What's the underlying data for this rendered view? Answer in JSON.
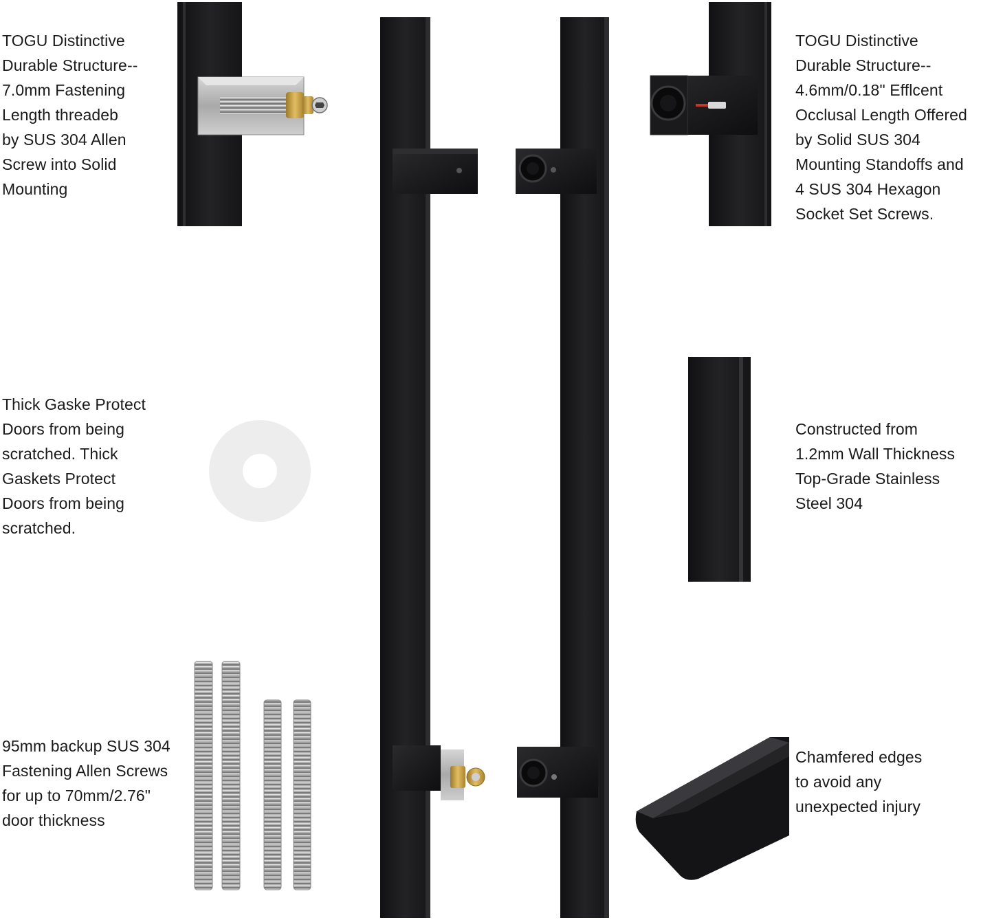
{
  "captions": {
    "left_top": "TOGU Distinctive\nDurable Structure--\n7.0mm Fastening\nLength threadeb\nby SUS 304 Allen\nScrew into Solid\nMounting",
    "left_mid": "Thick Gaske Protect\nDoors from being\nscratched. Thick\nGaskets Protect\nDoors from being\nscratched.",
    "left_bot": "95mm backup SUS 304\nFastening Allen Screws\nfor up to 70mm/2.76\"\ndoor thickness",
    "right_top": "TOGU Distinctive\nDurable Structure--\n4.6mm/0.18\" Efflcent\nOcclusal Length Offered\nby Solid SUS 304\nMounting Standoffs and\n4 SUS 304 Hexagon\nSocket Set Screws.",
    "right_mid": "Constructed from\n1.2mm Wall Thickness\nTop-Grade Stainless\nSteel 304",
    "right_bot": "Chamfered edges\nto avoid any\nunexpected injury"
  },
  "colors": {
    "handle_black": "#1b1b1d",
    "handle_edge": "#2c2c2f",
    "steel": "#b9b9b9",
    "brass": "#c9a24a",
    "gasket": "#ededed"
  },
  "icons": [
    "allen-screw-icon",
    "gasket-washer-icon",
    "threaded-rod-icon",
    "standoff-socket-icon"
  ]
}
